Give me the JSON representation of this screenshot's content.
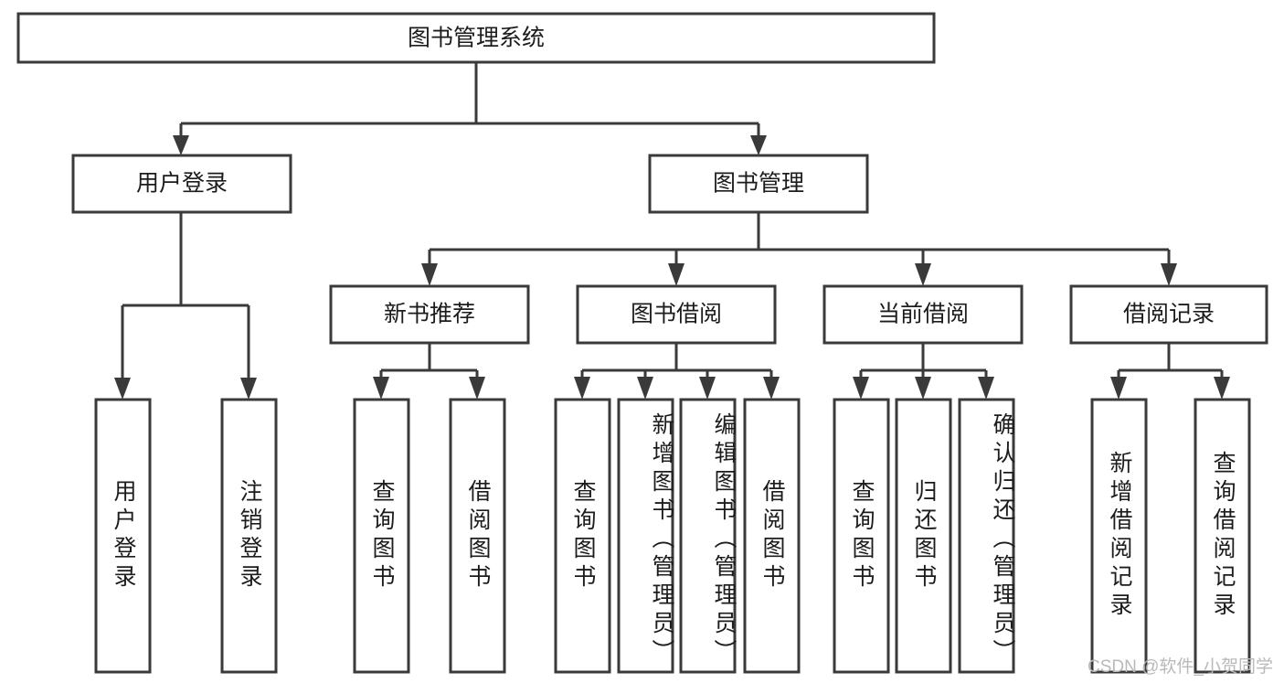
{
  "diagram": {
    "title": "图书管理系统",
    "type": "tree-hierarchy-diagram",
    "colors": {
      "box_stroke": "#3a3a3a",
      "box_fill": "#ffffff",
      "text": "#1c1c1c",
      "watermark": "#b9b9b9",
      "background": "#ffffff"
    },
    "root": {
      "label": "图书管理系统"
    },
    "level2": [
      {
        "label": "用户登录"
      },
      {
        "label": "图书管理"
      }
    ],
    "level3": [
      {
        "label": "新书推荐"
      },
      {
        "label": "图书借阅"
      },
      {
        "label": "当前借阅"
      },
      {
        "label": "借阅记录"
      }
    ],
    "leaves": {
      "user_login": [
        {
          "label": "用户登录"
        },
        {
          "label": "注销登录"
        }
      ],
      "new_book_recommend": [
        {
          "label": "查询图书"
        },
        {
          "label": "借阅图书"
        }
      ],
      "book_borrow": [
        {
          "label": "查询图书"
        },
        {
          "label": "新增图书（管理员）"
        },
        {
          "label": "编辑图书（管理员）"
        },
        {
          "label": "借阅图书"
        }
      ],
      "current_borrow": [
        {
          "label": "查询图书"
        },
        {
          "label": "归还图书"
        },
        {
          "label": "确认归还（管理员）"
        }
      ],
      "borrow_record": [
        {
          "label": "新增借阅记录"
        },
        {
          "label": "查询借阅记录"
        }
      ]
    }
  },
  "watermark": {
    "text": "CSDN @软件_小贺同学"
  }
}
